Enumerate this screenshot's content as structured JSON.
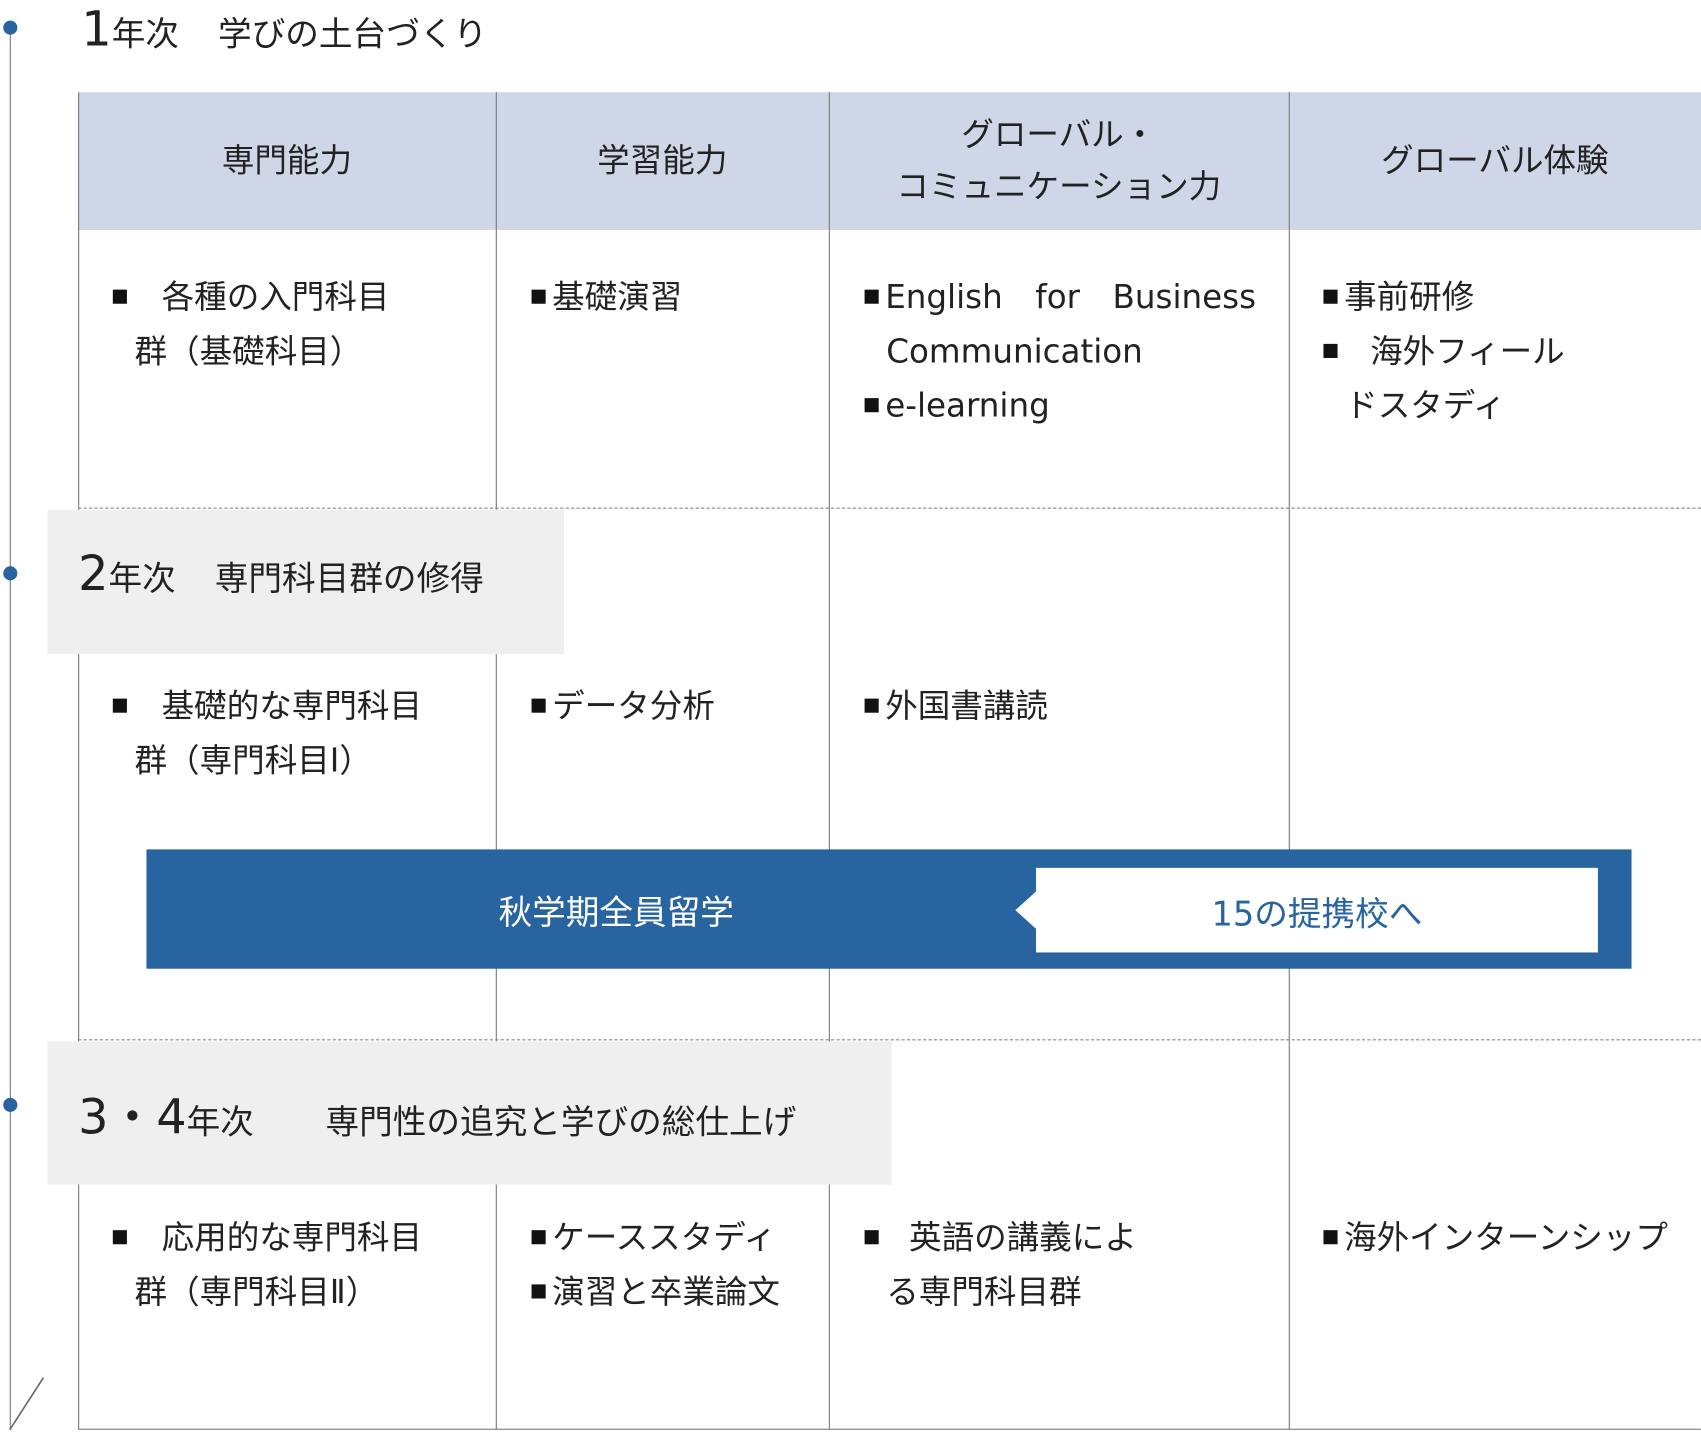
{
  "colors": {
    "accent": "#2764a0",
    "header_bg": "#cfd6e8",
    "year_bg": "#efefef"
  },
  "years": [
    {
      "num": "1",
      "suffix": "年次",
      "theme": "学びの土台づくり"
    },
    {
      "num": "2",
      "suffix": "年次",
      "theme": "専門科目群の修得"
    },
    {
      "num": "3・4",
      "suffix": "年次",
      "theme": "専門性の追究と学びの総仕上げ"
    }
  ],
  "headers": [
    "専門能力",
    "学習能力",
    "グローバル・",
    "コミュニケーション力",
    "グローバル体験"
  ],
  "row1": {
    "c1": [
      "各種の入門科目",
      "群（基礎科目）"
    ],
    "c2": [
      "基礎演習"
    ],
    "c3": [
      "English　for　Business",
      "Communication",
      "e-learning"
    ],
    "c4": [
      "事前研修",
      "海外フィール",
      "ドスタディ"
    ]
  },
  "row2": {
    "c1": [
      "基礎的な専門科目",
      "群（専門科目Ⅰ）"
    ],
    "c2": [
      "データ分析"
    ],
    "c3": [
      "外国書講読"
    ]
  },
  "banner": {
    "label": "秋学期全員留学",
    "target": "15の提携校へ"
  },
  "row3": {
    "c1": [
      "応用的な専門科目",
      "群（専門科目Ⅱ）"
    ],
    "c2": [
      "ケーススタディ",
      "演習と卒業論文"
    ],
    "c3": [
      "英語の講義によ",
      "る専門科目群"
    ],
    "c4": [
      "海外インターンシップ"
    ]
  }
}
